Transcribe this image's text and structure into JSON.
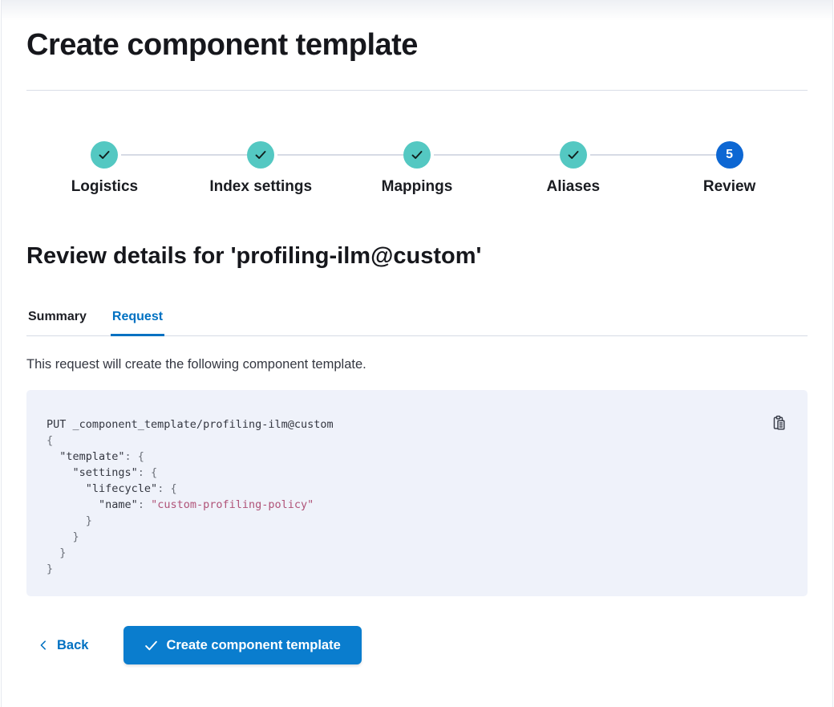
{
  "header": {
    "title": "Create component template"
  },
  "stepper": {
    "steps": [
      {
        "label": "Logistics",
        "status": "complete",
        "icon": "check-icon"
      },
      {
        "label": "Index settings",
        "status": "complete",
        "icon": "check-icon"
      },
      {
        "label": "Mappings",
        "status": "complete",
        "icon": "check-icon"
      },
      {
        "label": "Aliases",
        "status": "complete",
        "icon": "check-icon"
      },
      {
        "label": "Review",
        "status": "current",
        "number": "5"
      }
    ]
  },
  "review": {
    "heading": "Review details for 'profiling-ilm@custom'",
    "tabs": [
      {
        "label": "Summary",
        "selected": false
      },
      {
        "label": "Request",
        "selected": true
      }
    ],
    "description": "This request will create the following component template."
  },
  "code": {
    "copy_icon": "copy-clipboard-icon",
    "request_text": "PUT _component_template/profiling-ilm@custom",
    "lines": [
      [
        {
          "text": "PUT _component_template/profiling-ilm@custom",
          "style": "plain"
        }
      ],
      [
        {
          "text": "{",
          "style": "punct"
        }
      ],
      [
        {
          "text": "  ",
          "style": "plain"
        },
        {
          "text": "\"template\"",
          "style": "key"
        },
        {
          "text": ": {",
          "style": "punct"
        }
      ],
      [
        {
          "text": "    ",
          "style": "plain"
        },
        {
          "text": "\"settings\"",
          "style": "key"
        },
        {
          "text": ": {",
          "style": "punct"
        }
      ],
      [
        {
          "text": "      ",
          "style": "plain"
        },
        {
          "text": "\"lifecycle\"",
          "style": "key"
        },
        {
          "text": ": {",
          "style": "punct"
        }
      ],
      [
        {
          "text": "        ",
          "style": "plain"
        },
        {
          "text": "\"name\"",
          "style": "key"
        },
        {
          "text": ": ",
          "style": "punct"
        },
        {
          "text": "\"custom-profiling-policy\"",
          "style": "string"
        }
      ],
      [
        {
          "text": "      }",
          "style": "punct"
        }
      ],
      [
        {
          "text": "    }",
          "style": "punct"
        }
      ],
      [
        {
          "text": "  }",
          "style": "punct"
        }
      ],
      [
        {
          "text": "}",
          "style": "punct"
        }
      ]
    ]
  },
  "footer": {
    "back_label": "Back",
    "back_icon": "chevron-left-icon",
    "submit_label": "Create component template",
    "submit_icon": "check-icon"
  },
  "colors": {
    "primary_blue": "#0a7dce",
    "link_blue": "#0071c2",
    "step_complete_teal": "#54c8c2",
    "step_current_blue": "#0d67d3",
    "code_bg": "#eff2fa",
    "code_string": "#b05378"
  }
}
